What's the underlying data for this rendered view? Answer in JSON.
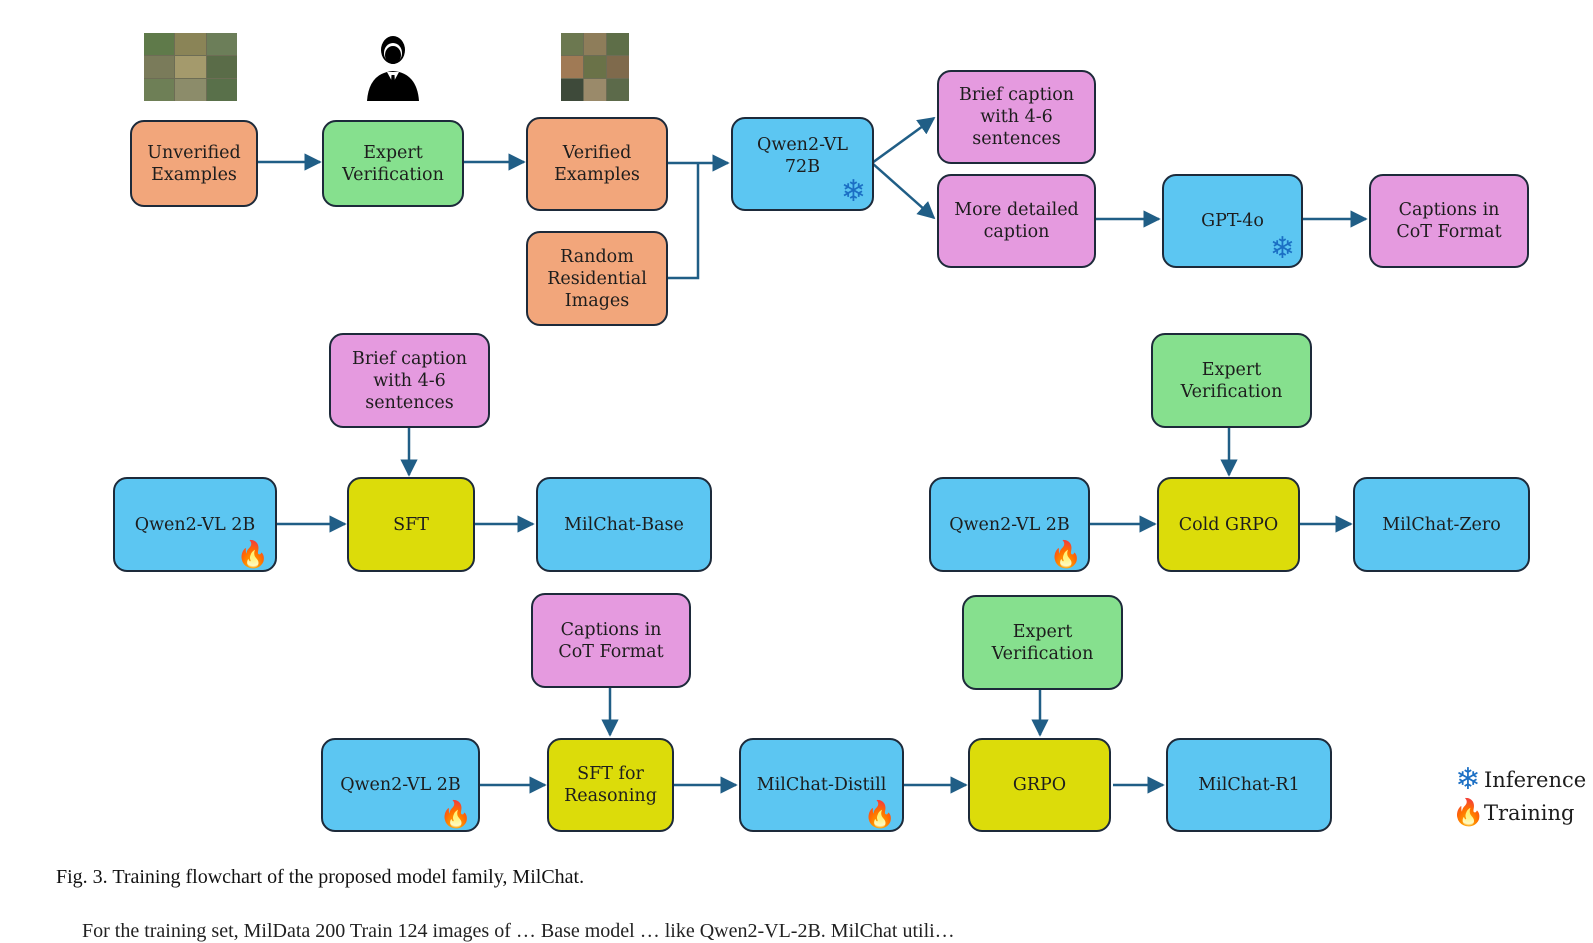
{
  "colors": {
    "orange": "#f2a67b",
    "green": "#86e08e",
    "blue": "#5cc6f2",
    "magenta": "#e59adf",
    "yellow": "#dcdc0a",
    "arrow": "#205e86",
    "border": "#1d2a3a"
  },
  "nodes": {
    "unverified": "Unverified\nExamples",
    "expert_verification_top": "Expert\nVerification",
    "verified": "Verified\nExamples",
    "random_residential": "Random\nResidential\nImages",
    "qwen72b": "Qwen2-VL\n72B",
    "brief_caption_top": "Brief caption\nwith 4-6\nsentences",
    "more_detailed": "More detailed\ncaption",
    "gpt4o": "GPT-4o",
    "captions_cot_top": "Captions in\nCoT Format",
    "brief_caption_mid": "Brief caption\nwith 4-6\nsentences",
    "qwen2b_a": "Qwen2-VL 2B",
    "sft": "SFT",
    "milchat_base": "MilChat-Base",
    "expert_verification_mid": "Expert\nVerification",
    "qwen2b_b": "Qwen2-VL 2B",
    "cold_grpo": "Cold GRPO",
    "milchat_zero": "MilChat-Zero",
    "captions_cot_bottom": "Captions in\nCoT Format",
    "expert_verification_bottom": "Expert\nVerification",
    "qwen2b_c": "Qwen2-VL 2B",
    "sft_reasoning": "SFT for\nReasoning",
    "milchat_distill": "MilChat-Distill",
    "grpo": "GRPO",
    "milchat_r1": "MilChat-R1"
  },
  "icons": {
    "inference": "snowflake-icon",
    "training": "fire-icon",
    "expert": "expert-person-icon",
    "images": "satellite-image-grid-icon"
  },
  "legend": {
    "inference": "Inference",
    "training": "Training"
  },
  "caption": "Fig. 3.  Training flowchart of the proposed model family, MilChat.",
  "bottom_text": "For the training set, MilData 200 Train 124 images of … Base model … like Qwen2-VL-2B. MilChat utili…"
}
